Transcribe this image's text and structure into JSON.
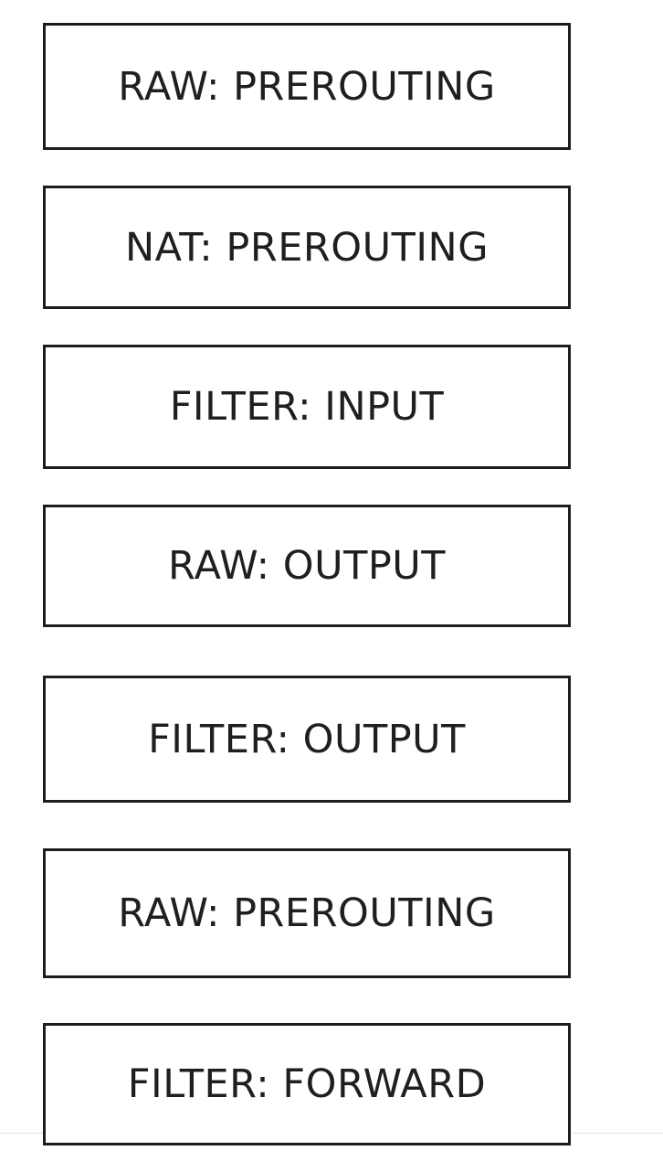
{
  "diagram": {
    "boxes": [
      {
        "label": "RAW: PREROUTING"
      },
      {
        "label": "NAT: PREROUTING"
      },
      {
        "label": "FILTER: INPUT"
      },
      {
        "label": "RAW: OUTPUT"
      },
      {
        "label": "FILTER: OUTPUT"
      },
      {
        "label": "RAW: PREROUTING"
      },
      {
        "label": "FILTER: FORWARD"
      }
    ],
    "colors": {
      "box_border": "#1d1d1d",
      "box_fill": "#ffffff",
      "label_text": "#1f1f1f",
      "page_break_line": "#e0e0e0",
      "background": "#ffffff"
    }
  }
}
